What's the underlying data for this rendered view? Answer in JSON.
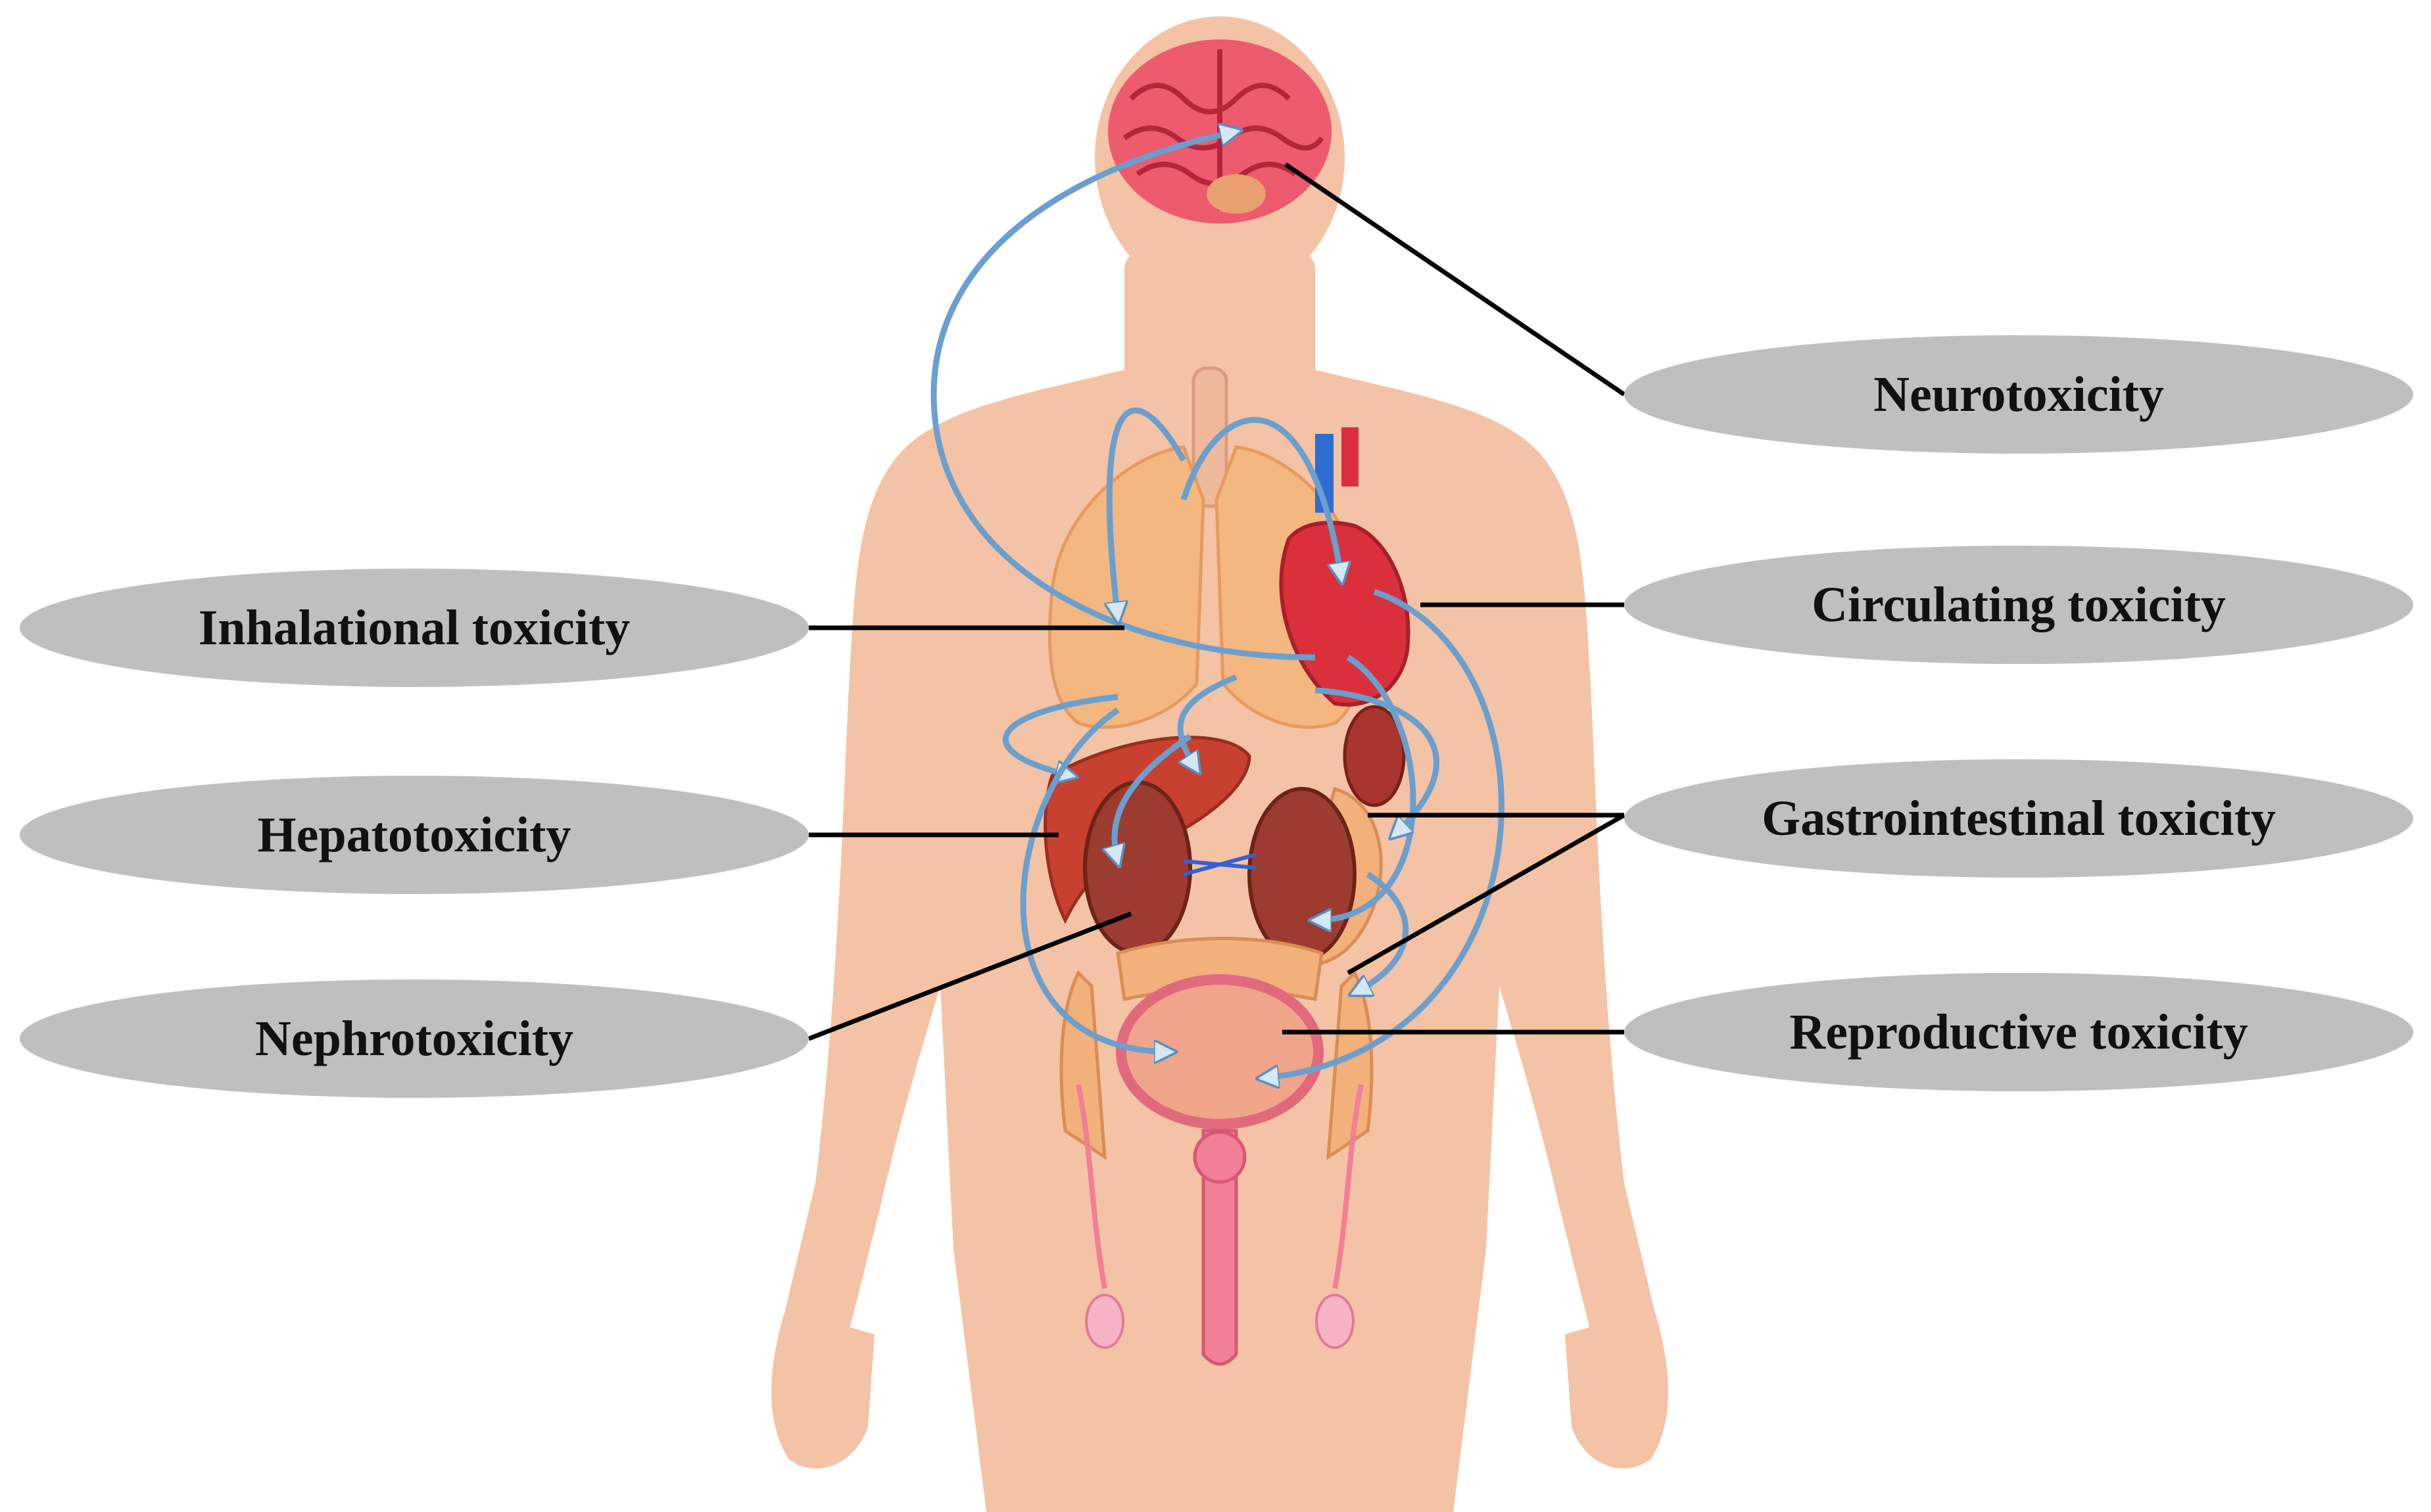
{
  "labels": {
    "neurotoxicity": "Neurotoxicity",
    "inhalational": "Inhalational toxicity",
    "circulating": "Circulating toxicity",
    "hepatotoxicity": "Hepatotoxicity",
    "gastrointestinal": "Gastrointestinal toxicity",
    "nephrotoxicity": "Nephrotoxicity",
    "reproductive": "Reproductive toxicity"
  },
  "colors": {
    "skin": "#f4c3a5",
    "label_fill": "#bfbfbf",
    "arrow": "#6a9fce",
    "arrow_light": "#bcd9f0",
    "brain": "#ee5a6e",
    "lung": "#f5b780",
    "heart": "#d9303c",
    "liver": "#c8402f",
    "kidney": "#9c3b2f",
    "intestine": "#f2b07a",
    "bladder": "#f0a58a",
    "reproductive": "#f27f96",
    "leader": "#000000"
  }
}
